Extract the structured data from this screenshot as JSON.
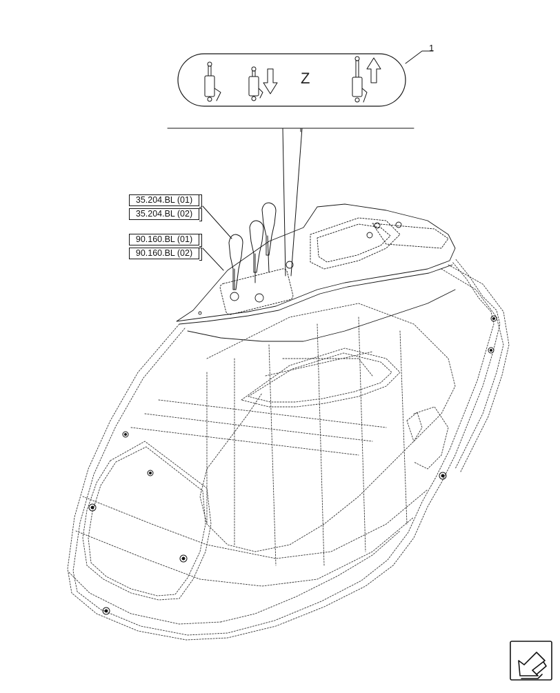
{
  "callout": {
    "number": "1",
    "label_z": "Z"
  },
  "references": [
    {
      "text": "35.204.BL (01)"
    },
    {
      "text": "35.204.BL (02)"
    },
    {
      "text": "90.160.BL (01)"
    },
    {
      "text": "90.160.BL (02)"
    }
  ],
  "icons": [
    "hydraulic-cylinder-icon",
    "arrow-down-icon",
    "arrow-up-icon",
    "navigation-arrow-icon"
  ],
  "colors": {
    "line": "#111111",
    "background": "#ffffff"
  }
}
